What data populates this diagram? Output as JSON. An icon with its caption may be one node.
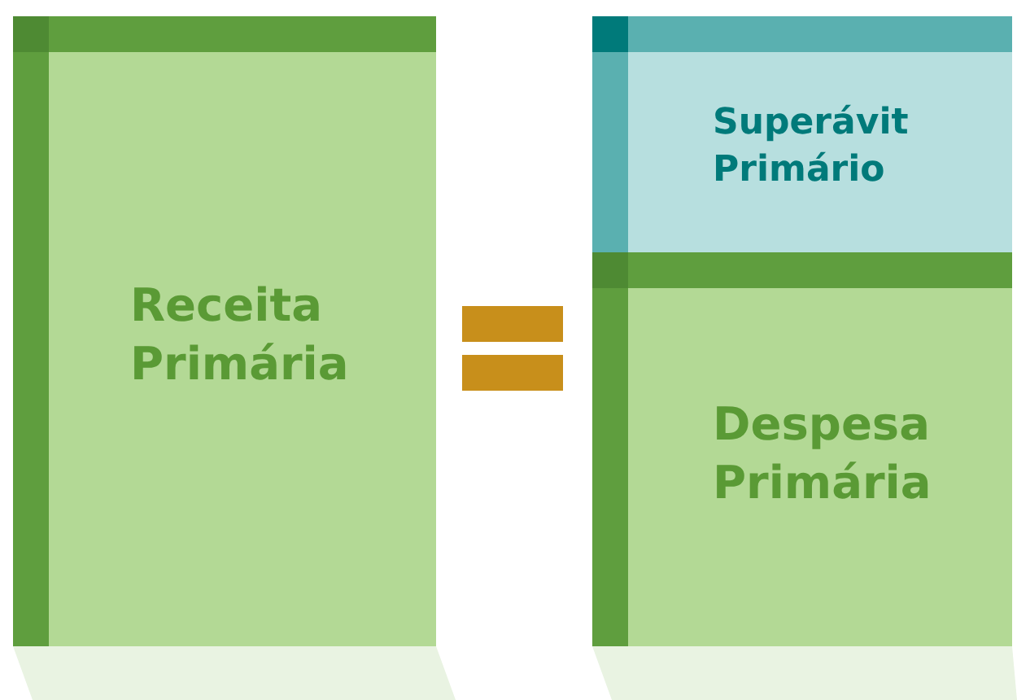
{
  "diagram": {
    "nodes": [
      {
        "text": [
          "Receita Primária"
        ]
      },
      {
        "text": [
          "Superávit Primário"
        ]
      },
      {
        "text": [
          "Despesa Primária"
        ]
      }
    ]
  }
}
